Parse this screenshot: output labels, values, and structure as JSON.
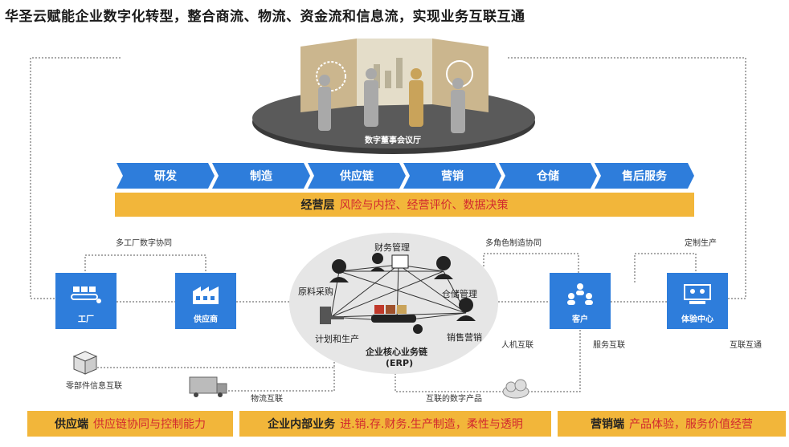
{
  "title": "华圣云赋能企业数字化转型，整合商流、物流、资金流和信息流，实现业务互联互通",
  "boardroom": {
    "label": "数字董事会议厅"
  },
  "process_steps": [
    "研发",
    "制造",
    "供应链",
    "营销",
    "仓储",
    "售后服务"
  ],
  "operation_layer": {
    "label": "经营层",
    "text": "风险与内控、经营评价、数据决策"
  },
  "nodes": {
    "factory": "工厂",
    "supplier": "供应商",
    "customer": "客户",
    "experience": "体验中心"
  },
  "core": {
    "finance": "财务管理",
    "purchase": "原料采购",
    "warehouse": "仓储管理",
    "planning": "计划和生产",
    "sales": "销售营销",
    "title": "企业核心业务链",
    "subtitle": "(ERP)"
  },
  "links": {
    "multi_factory": "多工厂数字协同",
    "multi_role": "多角色制造协同",
    "custom": "定制生产",
    "parts": "零部件信息互联",
    "logistics": "物流互联",
    "hci": "人机互联",
    "service": "服务互联",
    "interconnect": "互联互通",
    "products": "互联的数字产品"
  },
  "footers": [
    {
      "label": "供应端",
      "text": "供应链协同与控制能力"
    },
    {
      "label": "企业内部业务",
      "text": "进.销.存.财务.生产制造，柔性与透明"
    },
    {
      "label": "营销端",
      "text": "产品体验，服务价值经营"
    }
  ],
  "colors": {
    "blue": "#2e7ddb",
    "gold": "#f2b63a",
    "red": "#d2282e"
  }
}
